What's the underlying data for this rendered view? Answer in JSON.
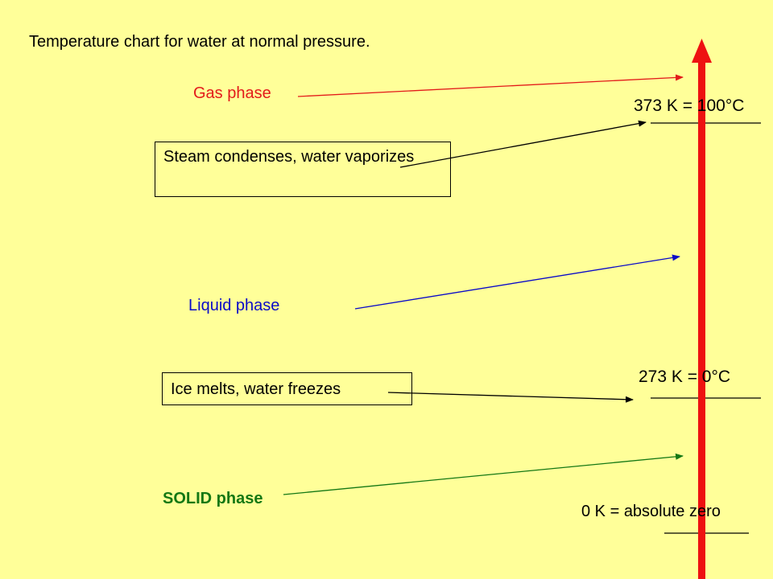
{
  "title": "Temperature chart for water at normal pressure.",
  "labels": {
    "gas_phase": "Gas phase",
    "liquid_phase": "Liquid phase",
    "solid_phase": "SOLID phase"
  },
  "boxes": {
    "steam": "Steam condenses, water vaporizes",
    "ice": "Ice melts, water freezes"
  },
  "temperatures": {
    "boiling": "373 K = 100°C",
    "freezing": "273 K = 0°C",
    "absolute_zero": "0 K = absolute zero"
  },
  "colors": {
    "background": "#FFFF99",
    "temperature_arrow": "#EE1111",
    "gas": "#E31A1A",
    "liquid": "#0A0AC8",
    "solid": "#147814"
  }
}
